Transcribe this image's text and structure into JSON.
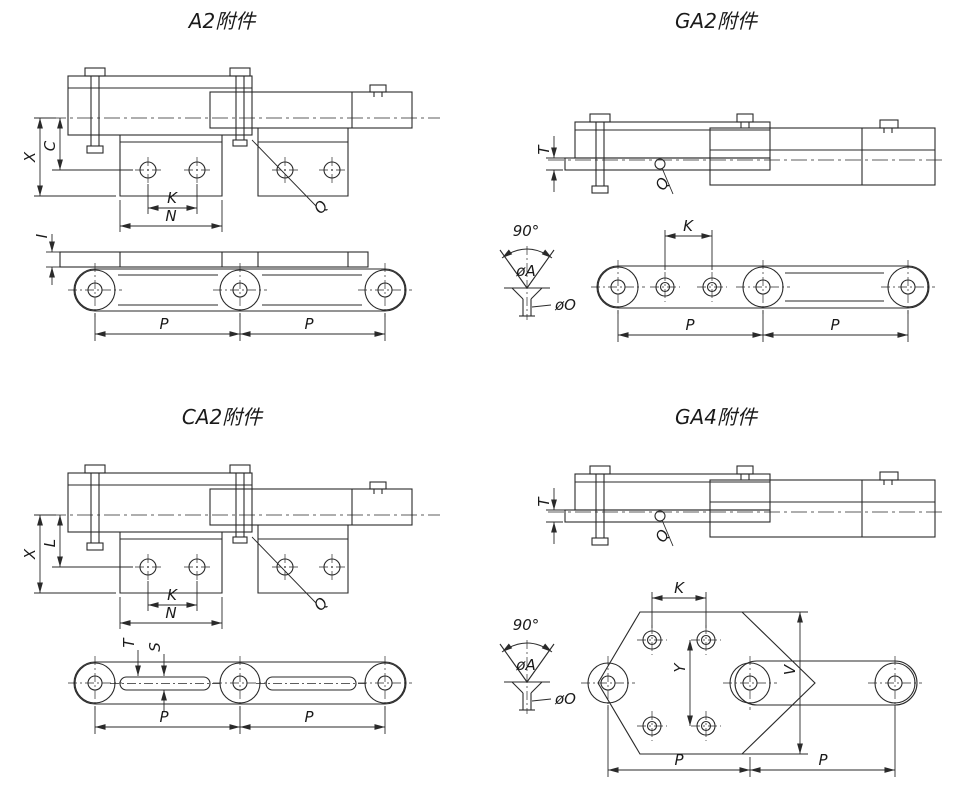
{
  "drawing": {
    "background": "#ffffff",
    "line_color": "#2a2a2a"
  },
  "panels": {
    "a2": {
      "title": "A2附件",
      "dims": {
        "x": "X",
        "c": "C",
        "k": "K",
        "n": "N",
        "q": "Q",
        "i": "I",
        "p1": "P",
        "p2": "P"
      }
    },
    "ga2": {
      "title": "GA2附件",
      "dims": {
        "t": "T",
        "q": "Q",
        "angle": "90°",
        "dia_a": "øA",
        "dia_o": "øO",
        "k": "K",
        "p1": "P",
        "p2": "P"
      }
    },
    "ca2": {
      "title": "CA2附件",
      "dims": {
        "x": "X",
        "l": "L",
        "k": "K",
        "n": "N",
        "q": "Q",
        "t": "T",
        "s": "S",
        "p1": "P",
        "p2": "P"
      }
    },
    "ga4": {
      "title": "GA4附件",
      "dims": {
        "t": "T",
        "q": "Q",
        "angle": "90°",
        "dia_a": "øA",
        "dia_o": "øO",
        "k": "K",
        "y": "Y",
        "v": "V",
        "p1": "P",
        "p2": "P"
      }
    }
  }
}
